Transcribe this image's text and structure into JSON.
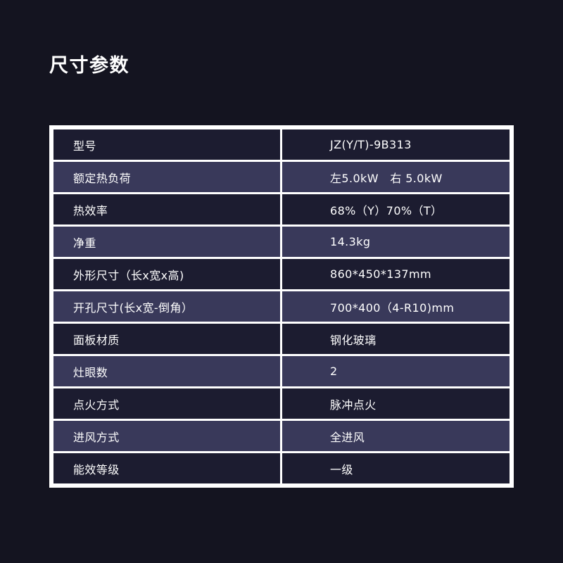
{
  "page": {
    "title": "尺寸参数",
    "background_color": "#141420",
    "row_dark_color": "#1c1c30",
    "row_light_color": "#39395a",
    "grid_color": "#ffffff",
    "text_color": "#ffffff"
  },
  "table": {
    "rows": [
      {
        "label": "型号",
        "value": "JZ(Y/T)-9B313"
      },
      {
        "label": "额定热负荷",
        "value": "左5.0kW　右 5.0kW"
      },
      {
        "label": "热效率",
        "value": "68%（Y）70%（T）"
      },
      {
        "label": "净重",
        "value": "14.3kg"
      },
      {
        "label": "外形尺寸（长x宽x高)",
        "value": "860*450*137mm"
      },
      {
        "label": "开孔尺寸(长x宽-倒角）",
        "value": "700*400（4-R10)mm"
      },
      {
        "label": "面板材质",
        "value": "钢化玻璃"
      },
      {
        "label": "灶眼数",
        "value": "2"
      },
      {
        "label": "点火方式",
        "value": "脉冲点火"
      },
      {
        "label": "进风方式",
        "value": "全进风"
      },
      {
        "label": "能效等级",
        "value": "一级"
      }
    ]
  }
}
